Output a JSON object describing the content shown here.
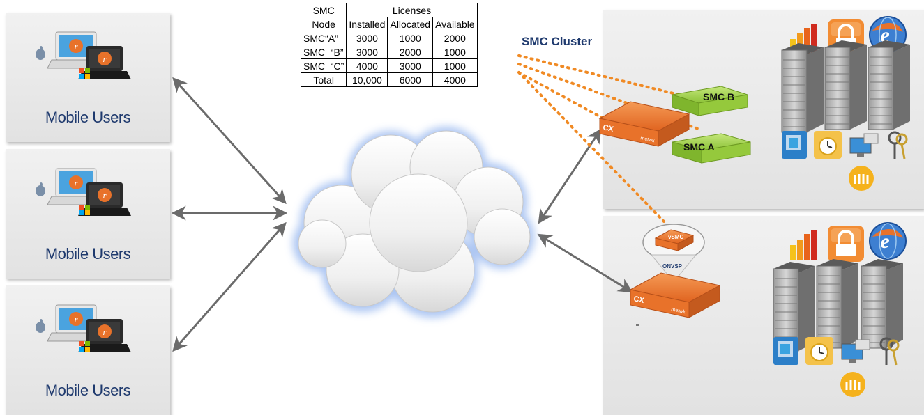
{
  "users": {
    "panels": [
      {
        "label": "Mobile Users"
      },
      {
        "label": "Mobile Users"
      },
      {
        "label": "Mobile Users"
      }
    ],
    "icons": [
      "laptop-icon",
      "apple-logo-icon",
      "windows-logo-icon",
      "r-badge-icon"
    ]
  },
  "license_table": {
    "node_header_line1": "SMC",
    "node_header_line2": "Node",
    "group_header": "Licenses",
    "columns": [
      "Installed",
      "Allocated",
      "Available"
    ],
    "rows": [
      {
        "node": "SMC“A”",
        "installed": "3000",
        "allocated": "1000",
        "available": "2000"
      },
      {
        "node": "SMC  “B”",
        "installed": "3000",
        "allocated": "2000",
        "available": "1000"
      },
      {
        "node": "SMC  “C”",
        "installed": "4000",
        "allocated": "3000",
        "available": "1000"
      },
      {
        "node": "Total",
        "installed": "10,000",
        "allocated": "6000",
        "available": "4000"
      }
    ]
  },
  "cluster": {
    "title": "SMC Cluster",
    "smc_b": "SMC B",
    "smc_a": "SMC A",
    "appliance_brand": "CX",
    "appliance_vendor": "rnetwk",
    "vsmc_label": "vSMC",
    "onvsp_label": "ONVSP"
  },
  "colors": {
    "arrow": "#6b6b6b",
    "dotted_link": "#f08a24",
    "appliance": "#e8722a",
    "smc_box": "#9ccf3a",
    "panel": "#e6e6e6",
    "label": "#1f3a6e"
  },
  "site_icons": [
    "bar-chart-app-icon",
    "padlock-app-icon",
    "browser-globe-icon",
    "server-rack-icon",
    "sharepoint-icon",
    "outlook-icon",
    "remote-desktop-icon",
    "keys-icon",
    "lotus-notes-icon"
  ]
}
